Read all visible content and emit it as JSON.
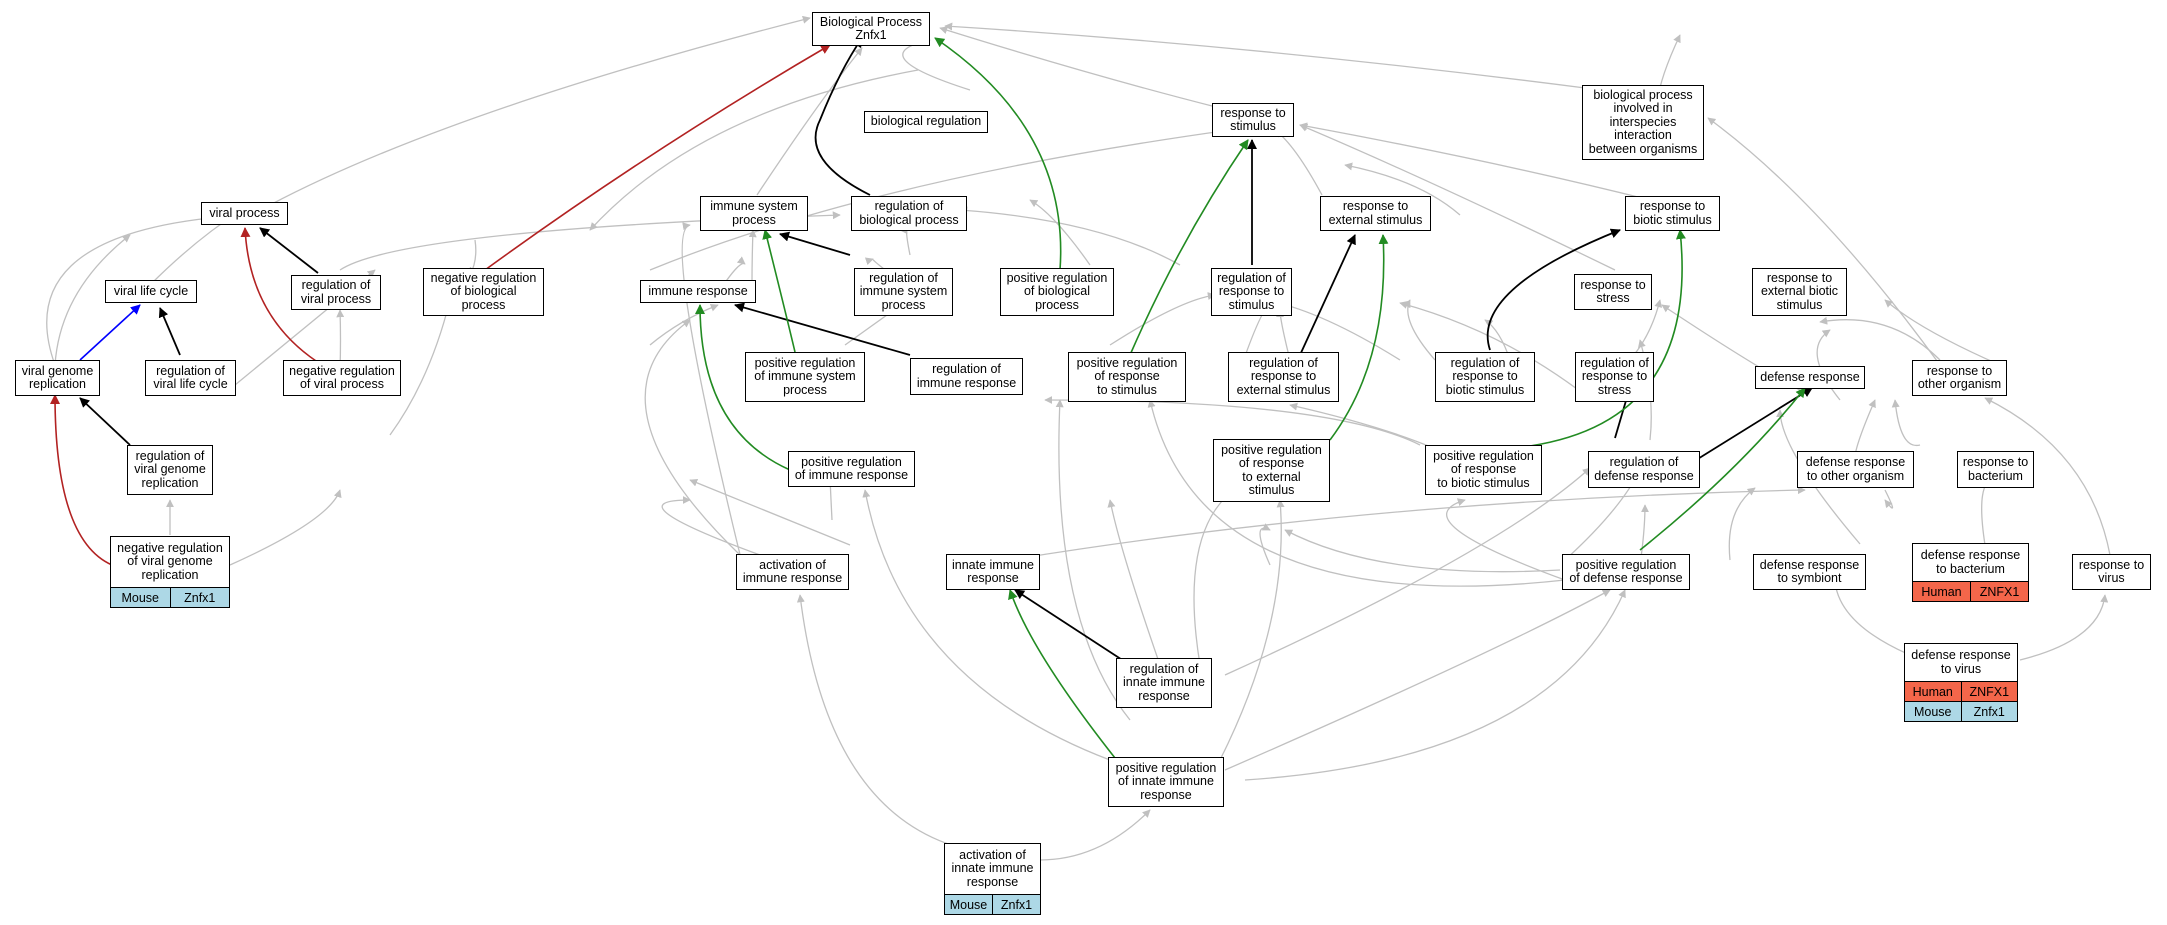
{
  "colors": {
    "gray": "#c0c0c0",
    "black": "#000000",
    "red": "#b22222",
    "green": "#228b22",
    "blue": "#0000ff",
    "mouse": "#add8e6",
    "human": "#f4664a"
  },
  "nodes": {
    "root": {
      "label": "Biological Process\nZnfx1"
    },
    "biological_regulation": {
      "label": "biological regulation"
    },
    "response_to_stimulus": {
      "label": "response to\nstimulus"
    },
    "interspecies": {
      "label": "biological process\ninvolved in\ninterspecies\ninteraction\nbetween organisms"
    },
    "viral_process": {
      "label": "viral process"
    },
    "immune_system_process": {
      "label": "immune system\nprocess"
    },
    "regulation_bio_process": {
      "label": "regulation of\nbiological process"
    },
    "response_external": {
      "label": "response to\nexternal stimulus"
    },
    "response_biotic": {
      "label": "response to\nbiotic stimulus"
    },
    "viral_life_cycle": {
      "label": "viral life cycle"
    },
    "regulation_viral_process": {
      "label": "regulation of\nviral process"
    },
    "neg_reg_bio_process": {
      "label": "negative regulation\nof biological\nprocess"
    },
    "immune_response": {
      "label": "immune response"
    },
    "reg_immune_system": {
      "label": "regulation of\nimmune system\nprocess"
    },
    "pos_reg_bio_process": {
      "label": "positive regulation\nof biological\nprocess"
    },
    "reg_response_stimulus": {
      "label": "regulation of\nresponse to\nstimulus"
    },
    "response_stress": {
      "label": "response to\nstress"
    },
    "response_ext_biotic": {
      "label": "response to\nexternal biotic\nstimulus"
    },
    "viral_genome_replication": {
      "label": "viral genome\nreplication"
    },
    "reg_viral_life_cycle": {
      "label": "regulation of\nviral life cycle"
    },
    "neg_reg_viral_process": {
      "label": "negative regulation\nof viral process"
    },
    "pos_reg_immune_system": {
      "label": "positive regulation\nof immune system\nprocess"
    },
    "reg_immune_response": {
      "label": "regulation of\nimmune response"
    },
    "pos_reg_resp_stimulus": {
      "label": "positive regulation\nof response\nto stimulus"
    },
    "reg_resp_external": {
      "label": "regulation of\nresponse to\nexternal stimulus"
    },
    "reg_resp_biotic": {
      "label": "regulation of\nresponse to\nbiotic stimulus"
    },
    "reg_resp_stress": {
      "label": "regulation of\nresponse to\nstress"
    },
    "defense_response": {
      "label": "defense response"
    },
    "response_other_org": {
      "label": "response to\nother organism"
    },
    "reg_viral_genome_rep": {
      "label": "regulation of\nviral genome\nreplication"
    },
    "pos_reg_immune_response": {
      "label": "positive regulation\nof immune response"
    },
    "pos_reg_resp_external": {
      "label": "positive regulation\nof response\nto external\nstimulus"
    },
    "pos_reg_resp_biotic": {
      "label": "positive regulation\nof response\nto biotic stimulus"
    },
    "reg_defense_response": {
      "label": "regulation of\ndefense response"
    },
    "defense_other_org": {
      "label": "defense response\nto other organism"
    },
    "response_bacterium": {
      "label": "response to\nbacterium"
    },
    "neg_reg_viral_genome_rep": {
      "label": "negative regulation\nof viral genome\nreplication",
      "orgs": [
        {
          "species": "Mouse",
          "gene": "Znfx1"
        }
      ]
    },
    "activation_immune_response": {
      "label": "activation of\nimmune response"
    },
    "innate_immune_response": {
      "label": "innate immune\nresponse"
    },
    "pos_reg_defense_response": {
      "label": "positive regulation\nof defense response"
    },
    "defense_symbiont": {
      "label": "defense response\nto symbiont"
    },
    "defense_bacterium": {
      "label": "defense response\nto bacterium",
      "orgs": [
        {
          "species": "Human",
          "gene": "ZNFX1"
        }
      ]
    },
    "response_virus": {
      "label": "response to\nvirus"
    },
    "defense_virus": {
      "label": "defense response\nto virus",
      "orgs": [
        {
          "species": "Human",
          "gene": "ZNFX1"
        },
        {
          "species": "Mouse",
          "gene": "Znfx1"
        }
      ]
    },
    "reg_innate_immune": {
      "label": "regulation of\ninnate immune\nresponse"
    },
    "pos_reg_innate_immune": {
      "label": "positive regulation\nof innate immune\nresponse"
    },
    "activation_innate_immune": {
      "label": "activation of\ninnate immune\nresponse",
      "orgs": [
        {
          "species": "Mouse",
          "gene": "Znfx1"
        }
      ]
    }
  }
}
